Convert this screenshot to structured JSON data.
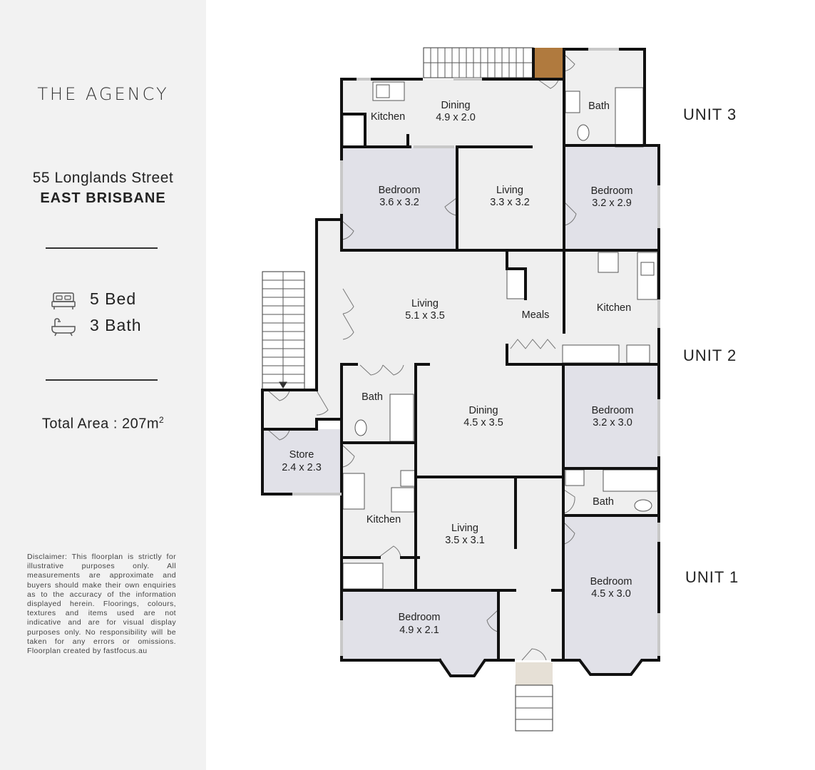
{
  "brand": {
    "logo_text": "THE AGENCY"
  },
  "address": {
    "street": "55 Longlands Street",
    "suburb": "EAST BRISBANE"
  },
  "features": {
    "beds": "5 Bed",
    "baths": "3 Bath"
  },
  "area": {
    "label": "Total Area : 207m",
    "superscript": "2"
  },
  "disclaimer": "Disclaimer: This floorplan is strictly for illustrative purposes only. All measurements are approximate and buyers should make their own enquiries as to the accuracy of the information displayed herein. Floorings, colours, textures and items used are not indicative and are for visual display purposes only. No responsibility will be taken for any errors or omissions. Floorplan created by fastfocus.au",
  "units": {
    "unit3": "UNIT 3",
    "unit2": "UNIT 2",
    "unit1": "UNIT 1"
  },
  "rooms": {
    "u3_kitchen": {
      "name": "Kitchen"
    },
    "u3_dining": {
      "name": "Dining",
      "size": "4.9 x 2.0"
    },
    "u3_bath": {
      "name": "Bath"
    },
    "u3_bed1": {
      "name": "Bedroom",
      "size": "3.6 x 3.2"
    },
    "u3_living": {
      "name": "Living",
      "size": "3.3 x 3.2"
    },
    "u3_bed2": {
      "name": "Bedroom",
      "size": "3.2 x 2.9"
    },
    "u2_living": {
      "name": "Living",
      "size": "5.1 x 3.5"
    },
    "u2_meals": {
      "name": "Meals"
    },
    "u2_kitchen": {
      "name": "Kitchen"
    },
    "u2_bath": {
      "name": "Bath"
    },
    "u2_dining": {
      "name": "Dining",
      "size": "4.5 x 3.5"
    },
    "u2_bed": {
      "name": "Bedroom",
      "size": "3.2 x 3.0"
    },
    "store": {
      "name": "Store",
      "size": "2.4 x 2.3"
    },
    "u1_kitchen": {
      "name": "Kitchen"
    },
    "u1_living": {
      "name": "Living",
      "size": "3.5 x 3.1"
    },
    "u1_bath": {
      "name": "Bath"
    },
    "u1_bed1": {
      "name": "Bedroom",
      "size": "4.5 x 3.0"
    },
    "u1_bed2": {
      "name": "Bedroom",
      "size": "4.9 x 2.1"
    }
  },
  "colors": {
    "sidebar_bg": "#f2f2f2",
    "floor": "#efefef",
    "bedroom": "#e1e1e8",
    "wall": "#111111",
    "deck": "#b07a3e",
    "text": "#222222"
  }
}
